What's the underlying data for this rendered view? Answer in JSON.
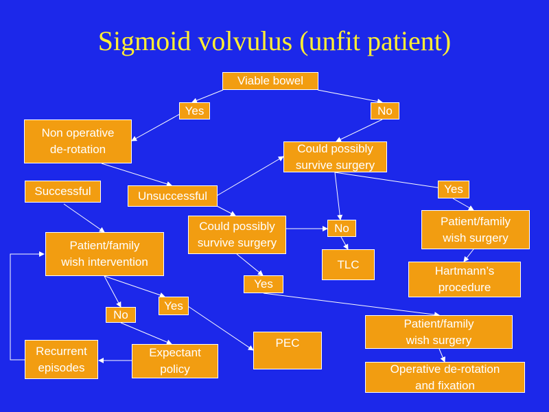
{
  "title": "Sigmoid volvulus (unfit patient)",
  "nodes": {
    "viable_bowel": "Viable bowel",
    "yes_1": "Yes",
    "no_1": "No",
    "non_operative": "Non operative\nde-rotation",
    "could_survive_1": "Could possibly\nsurvive surgery",
    "successful": "Successful",
    "unsuccessful": "Unsuccessful",
    "yes_2": "Yes",
    "could_survive_2": "Could possibly\nsurvive surgery",
    "no_2": "No",
    "patient_wish_surgery_1": "Patient/family\nwish surgery",
    "patient_wish_intervention": "Patient/family\nwish intervention",
    "tlc": "TLC",
    "hartmanns": "Hartmann’s\nprocedure",
    "yes_3": "Yes",
    "no_3": "No",
    "yes_4": "Yes",
    "patient_wish_surgery_2": "Patient/family\nwish surgery",
    "pec": "PEC",
    "recurrent": "Recurrent\nepisodes",
    "expectant": "Expectant\npolicy",
    "operative": "Operative de-rotation\nand fixation"
  }
}
